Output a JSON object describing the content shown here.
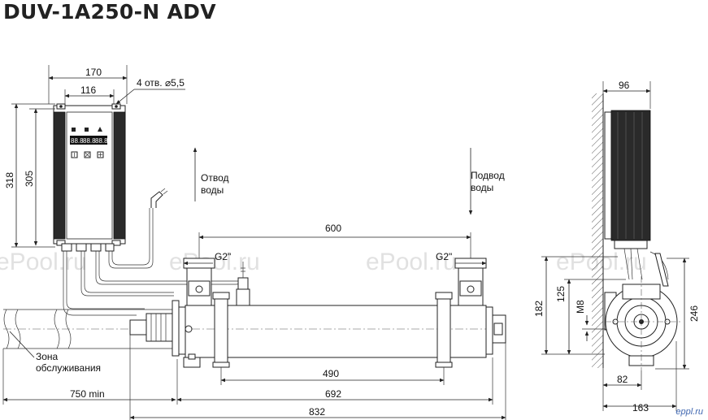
{
  "title": "DUV-1A250-N ADV",
  "watermark": "ePool.ru",
  "watermark_site": "eppl.ru",
  "labels": {
    "holes": "4 отв. ⌀5,5",
    "outlet_1": "Отвод",
    "outlet_2": "воды",
    "inlet_1": "Подвод",
    "inlet_2": "воды",
    "service_1": "Зона",
    "service_2": "обслуживания",
    "thread_left": "G2\"",
    "thread_right": "G2\"",
    "bolt": "M8"
  },
  "dimensions": {
    "d170": "170",
    "d116": "116",
    "d318": "318",
    "d305": "305",
    "d600": "600",
    "d490": "490",
    "d692": "692",
    "d832": "832",
    "d750": "750 min",
    "d96": "96",
    "d182": "182",
    "d125": "125",
    "d246": "246",
    "d82": "82",
    "d163": "163"
  },
  "display_values": [
    "88.8",
    "88.8",
    "88.8"
  ]
}
